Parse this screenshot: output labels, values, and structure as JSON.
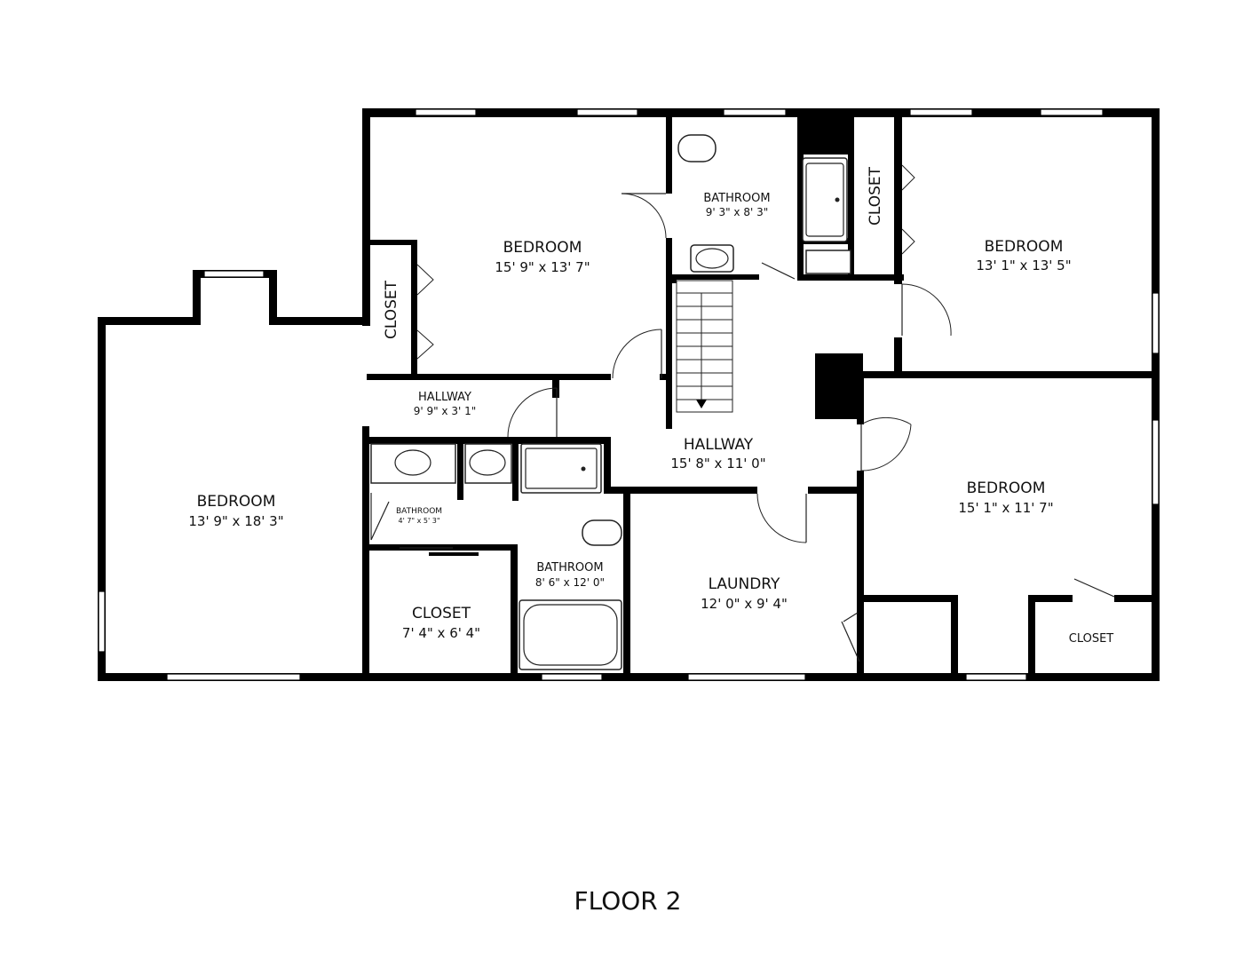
{
  "floor_label": "FLOOR 2",
  "rooms": [
    {
      "id": "bedroom-sw",
      "name": "BEDROOM",
      "dims": "13' 9\" x 18' 3\""
    },
    {
      "id": "bedroom-n",
      "name": "BEDROOM",
      "dims": "15' 9\" x 13' 7\""
    },
    {
      "id": "bathroom-n",
      "name": "BATHROOM",
      "dims": "9' 3\" x 8' 3\""
    },
    {
      "id": "bedroom-ne",
      "name": "BEDROOM",
      "dims": "13' 1\" x 13' 5\""
    },
    {
      "id": "bedroom-e",
      "name": "BEDROOM",
      "dims": "15' 1\" x 11' 7\""
    },
    {
      "id": "hallway-small",
      "name": "HALLWAY",
      "dims": "9' 9\" x 3' 1\""
    },
    {
      "id": "hallway-main",
      "name": "HALLWAY",
      "dims": "15' 8\" x 11' 0\""
    },
    {
      "id": "bathroom-small",
      "name": "BATHROOM",
      "dims": "4' 7\" x 5' 3\""
    },
    {
      "id": "bathroom-mid",
      "name": "BATHROOM",
      "dims": "8' 6\" x 12' 0\""
    },
    {
      "id": "closet-mid",
      "name": "CLOSET",
      "dims": "7' 4\" x 6' 4\""
    },
    {
      "id": "laundry",
      "name": "LAUNDRY",
      "dims": "12' 0\" x 9' 4\""
    }
  ],
  "closets": [
    {
      "id": "closet-west",
      "name": "CLOSET"
    },
    {
      "id": "closet-north",
      "name": "CLOSET"
    },
    {
      "id": "closet-se",
      "name": "CLOSET"
    }
  ],
  "colors": {
    "wall": "#000000",
    "background": "#ffffff",
    "line": "#222222"
  }
}
